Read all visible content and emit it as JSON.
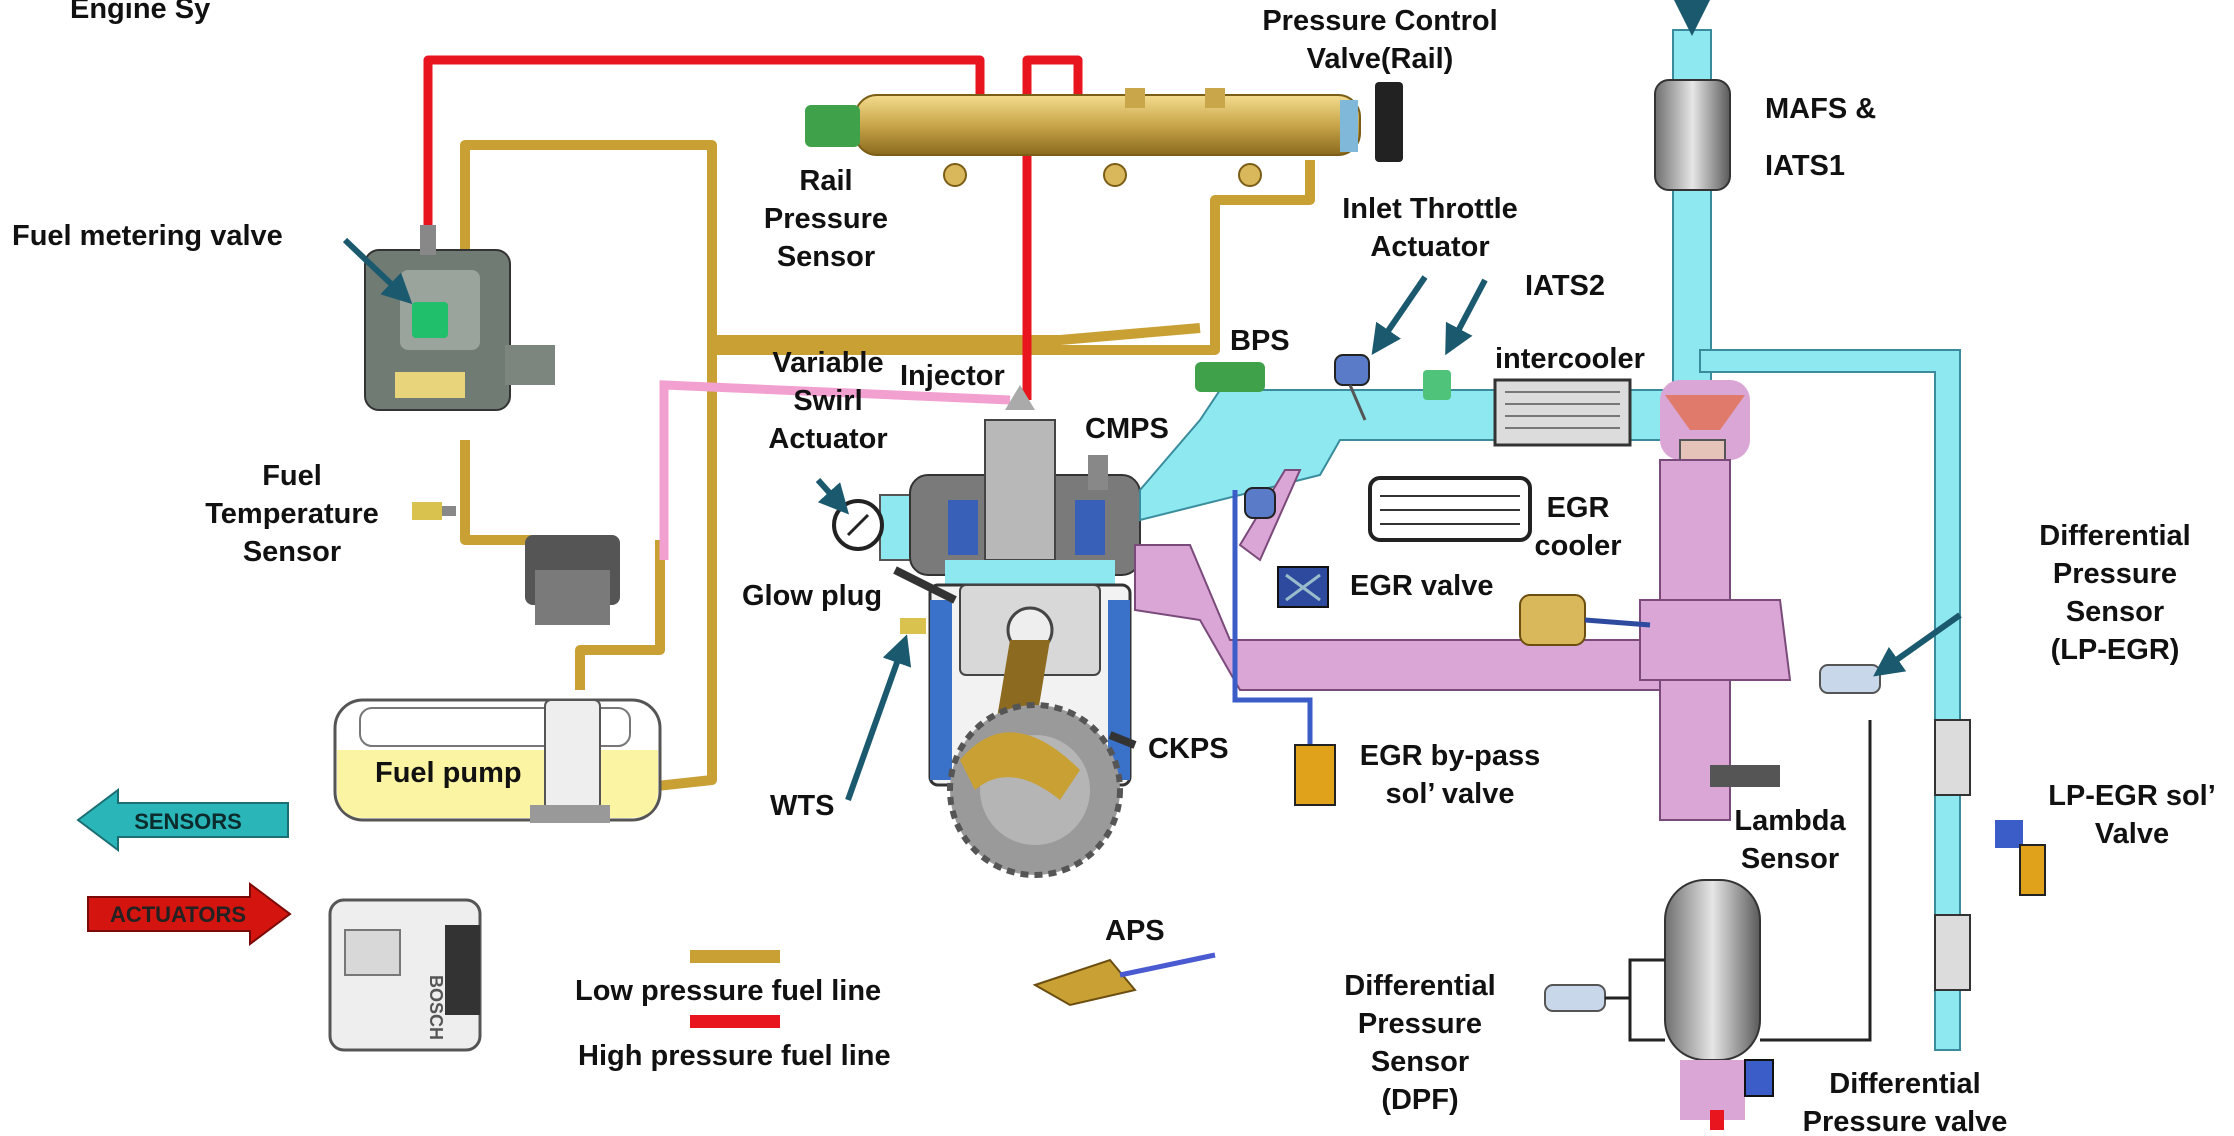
{
  "title": "Engine Sy",
  "labels": {
    "pressure_control_valve": [
      "Pressure Control",
      "Valve(Rail)"
    ],
    "mafs": [
      "MAFS &",
      "IATS1"
    ],
    "rail_pressure_sensor": [
      "Rail",
      "Pressure",
      "Sensor"
    ],
    "fuel_metering_valve": "Fuel metering valve",
    "inlet_throttle_actuator": [
      "Inlet Throttle",
      "Actuator"
    ],
    "iats2": "IATS2",
    "bps": "BPS",
    "intercooler": "intercooler",
    "variable_swirl_actuator": [
      "Variable",
      "Swirl",
      "Actuator"
    ],
    "injector": "Injector",
    "cmps": "CMPS",
    "fuel_temperature_sensor": [
      "Fuel",
      "Temperature",
      "Sensor"
    ],
    "egr_cooler": [
      "EGR",
      "cooler"
    ],
    "egr_valve": "EGR valve",
    "glow_plug": "Glow plug",
    "differential_pressure_sensor_lp": [
      "Differential",
      "Pressure",
      "Sensor",
      "(LP-EGR)"
    ],
    "ckps": "CKPS",
    "egr_bypass": [
      "EGR by-pass",
      "sol’ valve"
    ],
    "fuel_pump": "Fuel pump",
    "wts": "WTS",
    "lambda_sensor": [
      "Lambda",
      "Sensor"
    ],
    "lp_egr_valve": [
      "LP-EGR sol’",
      "Valve"
    ],
    "aps": "APS",
    "dpf_sensor": [
      "Differential",
      "Pressure",
      "Sensor",
      "(DPF)"
    ],
    "differential_pressure_valve": [
      "Differential",
      "Pressure valve"
    ],
    "ecu_brand": "BOSCH"
  },
  "legend": {
    "sensors": "SENSORS",
    "actuators": "ACTUATORS",
    "low_pressure": "Low pressure fuel line",
    "high_pressure": "High pressure fuel line"
  },
  "colors": {
    "low_pressure": "#c8a034",
    "high_pressure": "#e8141e",
    "intake_air": "#8ee8f0",
    "exhaust": "#d9a6d6",
    "return_line": "#f2a0cf",
    "sensors_arrow": "#2ab5b8",
    "actuators_arrow": "#d4140f",
    "pointer": "#1b5a6e"
  }
}
